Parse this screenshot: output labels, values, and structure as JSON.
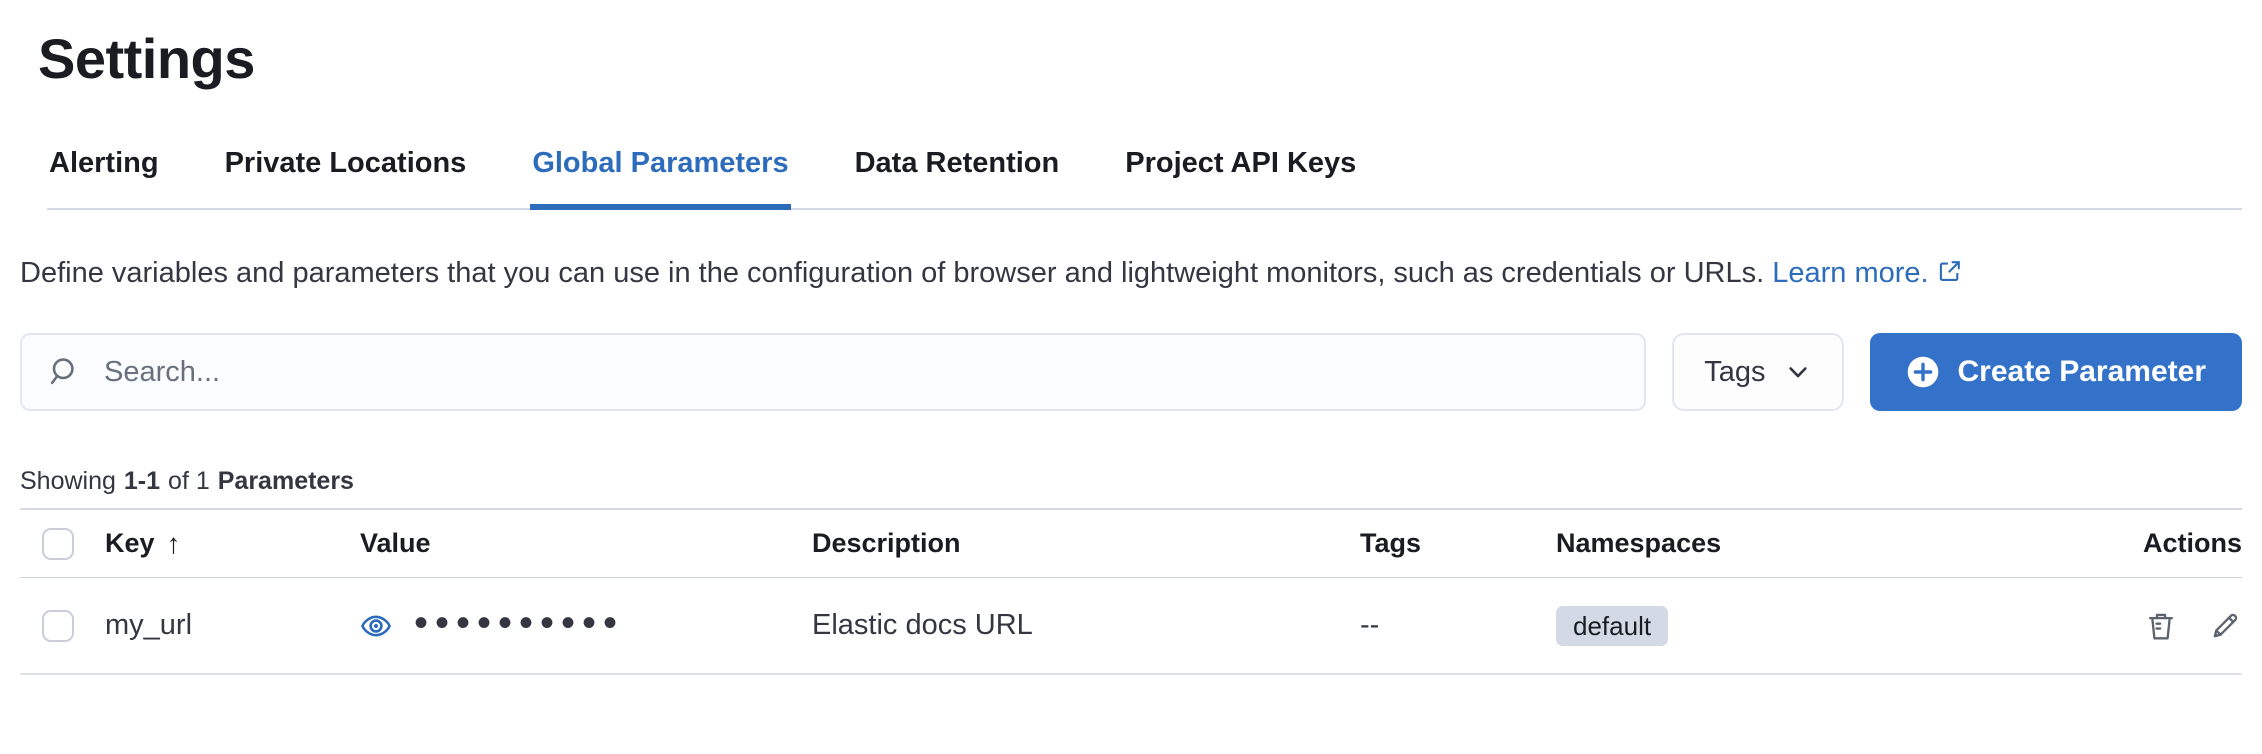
{
  "page": {
    "title": "Settings"
  },
  "tabs": [
    {
      "label": "Alerting",
      "active": false
    },
    {
      "label": "Private Locations",
      "active": false
    },
    {
      "label": "Global Parameters",
      "active": true
    },
    {
      "label": "Data Retention",
      "active": false
    },
    {
      "label": "Project API Keys",
      "active": false
    }
  ],
  "description": {
    "text": "Define variables and parameters that you can use in the configuration of browser and lightweight monitors, such as credentials or URLs.",
    "link_label": "Learn more.",
    "link_icon": "external-link-icon"
  },
  "toolbar": {
    "search_placeholder": "Search...",
    "search_icon": "magnifier-icon",
    "tags_button_label": "Tags",
    "tags_button_icon": "chevron-down-icon",
    "create_button_label": "Create Parameter",
    "create_button_icon": "plus-in-circle-icon"
  },
  "summary": {
    "prefix": "Showing",
    "range": "1-1",
    "middle": "of 1",
    "entity": "Parameters"
  },
  "table": {
    "columns": [
      {
        "label": "Key"
      },
      {
        "label": "Value"
      },
      {
        "label": "Description"
      },
      {
        "label": "Tags"
      },
      {
        "label": "Namespaces"
      },
      {
        "label": "Actions"
      }
    ],
    "sort": {
      "column": "Key",
      "direction": "ascending",
      "arrow": "↑"
    },
    "rows": [
      {
        "key": "my_url",
        "masked_value": "••••••••••",
        "value_icon": "eye-icon",
        "description": "Elastic docs URL",
        "tags": "--",
        "namespace": "default",
        "actions": [
          "delete",
          "edit"
        ]
      }
    ]
  },
  "colors": {
    "accent_blue": "#2d6cbb",
    "button_blue": "#3372c8",
    "badge_bg": "#d3dae6",
    "heading_text": "#1a1c21",
    "body_text": "#343741",
    "muted_text": "#69707d",
    "border": "#d3dae6"
  }
}
